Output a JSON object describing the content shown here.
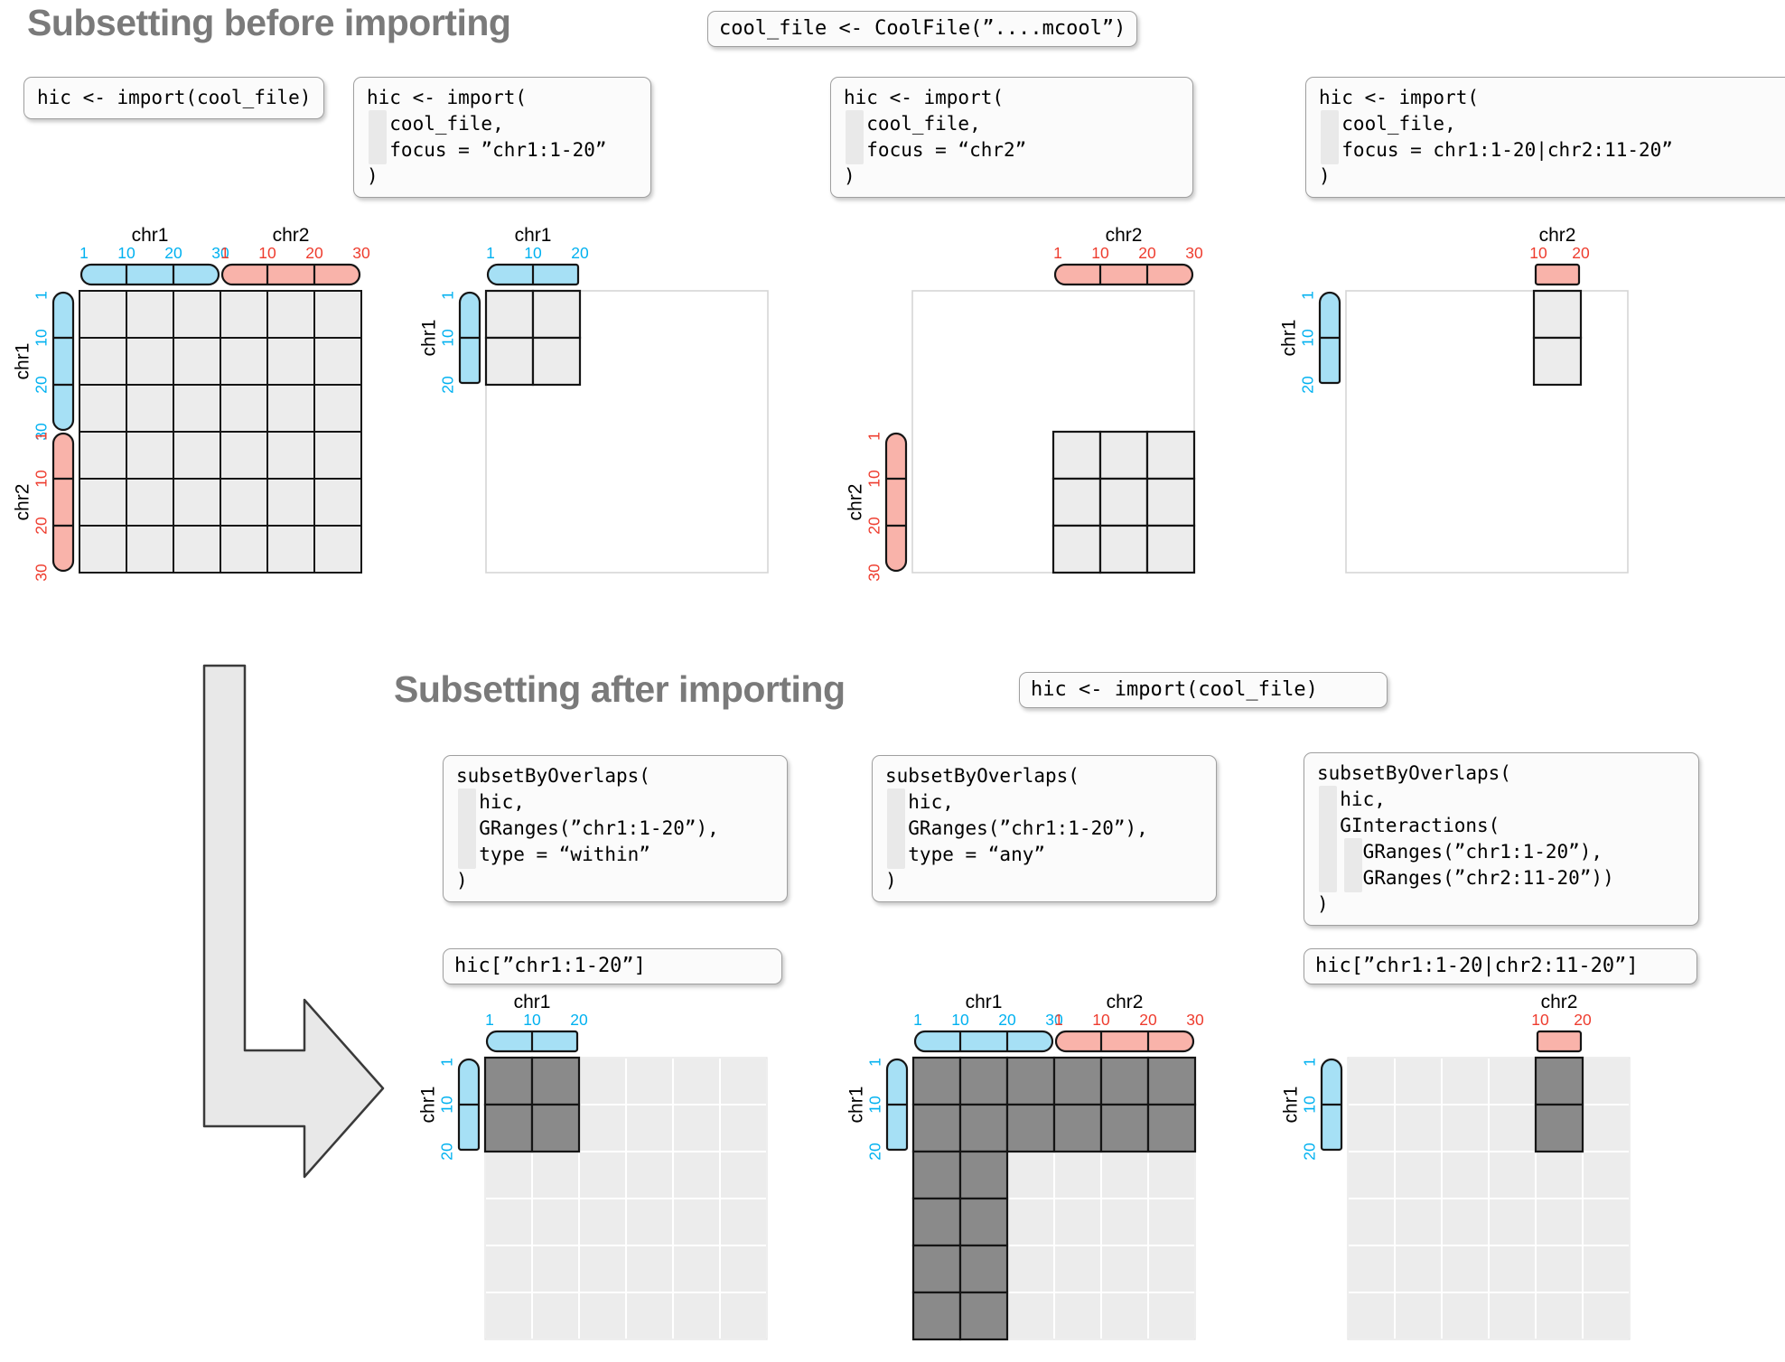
{
  "titles": {
    "before": "Subsetting before importing",
    "after": "Subsetting after importing"
  },
  "chips": {
    "coolfile": "cool_file <- CoolFile(”....mcool”)",
    "import_after": "hic <- import(cool_file)",
    "bracket_left": "hic[”chr1:1-20”]",
    "bracket_right": "hic[”chr1:1-20|chr2:11-20”]"
  },
  "code_boxes": {
    "import_plain": {
      "lines": [
        "hic <- import(cool_file)"
      ]
    },
    "import_focus_chr1": {
      "lines": [
        "hic <- import(",
        "  cool_file,",
        "  focus = ”chr1:1-20”",
        ")"
      ]
    },
    "import_focus_chr2": {
      "lines": [
        "hic <- import(",
        "  cool_file,",
        "  focus = “chr2”",
        ")"
      ]
    },
    "import_focus_pair": {
      "lines": [
        "hic <- import(",
        "  cool_file,",
        "  focus = chr1:1-20|chr2:11-20”",
        ")"
      ]
    },
    "subset_within": {
      "lines": [
        "subsetByOverlaps(",
        "  hic,",
        "  GRanges(”chr1:1-20”),",
        "  type = “within”",
        ")"
      ]
    },
    "subset_any": {
      "lines": [
        "subsetByOverlaps(",
        "  hic,",
        "  GRanges(”chr1:1-20”),",
        "  type = “any”",
        ")"
      ]
    },
    "subset_ginteractions": {
      "lines": [
        "subsetByOverlaps(",
        "  hic,",
        "  GInteractions(",
        "    GRanges(”chr1:1-20”),",
        "    GRanges(”chr2:11-20”))",
        ")"
      ]
    }
  },
  "colors": {
    "chr1_fill": "#a6e0f5",
    "chr1_tick": "#00b1f0",
    "chr2_fill": "#f9b3aa",
    "chr2_tick": "#ee3c2e",
    "cell_light": "#ececec",
    "cell_dark": "#8a8a8a",
    "stroke_dark": "#151515",
    "light_grid_line": "#f6f6f6",
    "faint_border": "#d6d6d6",
    "arrow_fill": "#e8e8e8",
    "arrow_stroke": "#3a3a3a",
    "title_gray": "#7a7a7a"
  },
  "matrices": {
    "before_full": {
      "base": "outlined",
      "top_axes": [
        {
          "chr": "chr1",
          "color": "chr1",
          "start": 0,
          "cells": 3,
          "ticks": [
            "1",
            "10",
            "20",
            "30"
          ],
          "cap": "both"
        },
        {
          "chr": "chr2",
          "color": "chr2",
          "start": 3,
          "cells": 3,
          "ticks": [
            "1",
            "10",
            "20",
            "30"
          ],
          "cap": "both"
        }
      ],
      "left_axes": [
        {
          "chr": "chr1",
          "color": "chr1",
          "start": 0,
          "cells": 3,
          "ticks": [
            "1",
            "10",
            "20",
            "30"
          ],
          "cap": "both"
        },
        {
          "chr": "chr2",
          "color": "chr2",
          "start": 3,
          "cells": 3,
          "ticks": [
            "1",
            "10",
            "20",
            "30"
          ],
          "cap": "both"
        }
      ],
      "marks": []
    },
    "before_chr1": {
      "base": "empty",
      "top_axes": [
        {
          "chr": "chr1",
          "color": "chr1",
          "start": 0,
          "cells": 2,
          "ticks": [
            "1",
            "10",
            "20"
          ],
          "cap": "start"
        }
      ],
      "left_axes": [
        {
          "chr": "chr1",
          "color": "chr1",
          "start": 0,
          "cells": 2,
          "ticks": [
            "1",
            "10",
            "20"
          ],
          "cap": "start"
        }
      ],
      "marks": [
        {
          "style": "outlined",
          "r0": 0,
          "c0": 0,
          "r1": 1,
          "c1": 1
        }
      ]
    },
    "before_chr2": {
      "base": "empty",
      "top_axes": [
        {
          "chr": "chr2",
          "color": "chr2",
          "start": 3,
          "cells": 3,
          "ticks": [
            "1",
            "10",
            "20",
            "30"
          ],
          "cap": "both"
        }
      ],
      "left_axes": [
        {
          "chr": "chr2",
          "color": "chr2",
          "start": 3,
          "cells": 3,
          "ticks": [
            "1",
            "10",
            "20",
            "30"
          ],
          "cap": "both"
        }
      ],
      "marks": [
        {
          "style": "outlined",
          "r0": 3,
          "c0": 3,
          "r1": 5,
          "c1": 5
        }
      ]
    },
    "before_pair": {
      "base": "empty",
      "top_axes": [
        {
          "chr": "chr2",
          "color": "chr2",
          "start": 4,
          "cells": 1,
          "ticks": [
            "10",
            "20"
          ],
          "cap": "none"
        }
      ],
      "left_axes": [
        {
          "chr": "chr1",
          "color": "chr1",
          "start": 0,
          "cells": 2,
          "ticks": [
            "1",
            "10",
            "20"
          ],
          "cap": "start"
        }
      ],
      "marks": [
        {
          "style": "outlined",
          "r0": 0,
          "c0": 4,
          "r1": 1,
          "c1": 4
        }
      ]
    },
    "after_within": {
      "base": "light",
      "top_axes": [
        {
          "chr": "chr1",
          "color": "chr1",
          "start": 0,
          "cells": 2,
          "ticks": [
            "1",
            "10",
            "20"
          ],
          "cap": "start"
        }
      ],
      "left_axes": [
        {
          "chr": "chr1",
          "color": "chr1",
          "start": 0,
          "cells": 2,
          "ticks": [
            "1",
            "10",
            "20"
          ],
          "cap": "start"
        }
      ],
      "marks": [
        {
          "style": "dark",
          "r0": 0,
          "c0": 0,
          "r1": 1,
          "c1": 1
        }
      ]
    },
    "after_any": {
      "base": "light",
      "top_axes": [
        {
          "chr": "chr1",
          "color": "chr1",
          "start": 0,
          "cells": 3,
          "ticks": [
            "1",
            "10",
            "20",
            "30"
          ],
          "cap": "both"
        },
        {
          "chr": "chr2",
          "color": "chr2",
          "start": 3,
          "cells": 3,
          "ticks": [
            "1",
            "10",
            "20",
            "30"
          ],
          "cap": "both"
        }
      ],
      "left_axes": [
        {
          "chr": "chr1",
          "color": "chr1",
          "start": 0,
          "cells": 2,
          "ticks": [
            "1",
            "10",
            "20"
          ],
          "cap": "start"
        }
      ],
      "marks": [
        {
          "style": "dark",
          "r0": 0,
          "c0": 0,
          "r1": 1,
          "c1": 5
        },
        {
          "style": "dark",
          "r0": 2,
          "c0": 0,
          "r1": 5,
          "c1": 1
        }
      ]
    },
    "after_pair": {
      "base": "light",
      "top_axes": [
        {
          "chr": "chr2",
          "color": "chr2",
          "start": 4,
          "cells": 1,
          "ticks": [
            "10",
            "20"
          ],
          "cap": "none"
        }
      ],
      "left_axes": [
        {
          "chr": "chr1",
          "color": "chr1",
          "start": 0,
          "cells": 2,
          "ticks": [
            "1",
            "10",
            "20"
          ],
          "cap": "start"
        }
      ],
      "marks": [
        {
          "style": "dark",
          "r0": 0,
          "c0": 4,
          "r1": 1,
          "c1": 4
        }
      ]
    }
  }
}
